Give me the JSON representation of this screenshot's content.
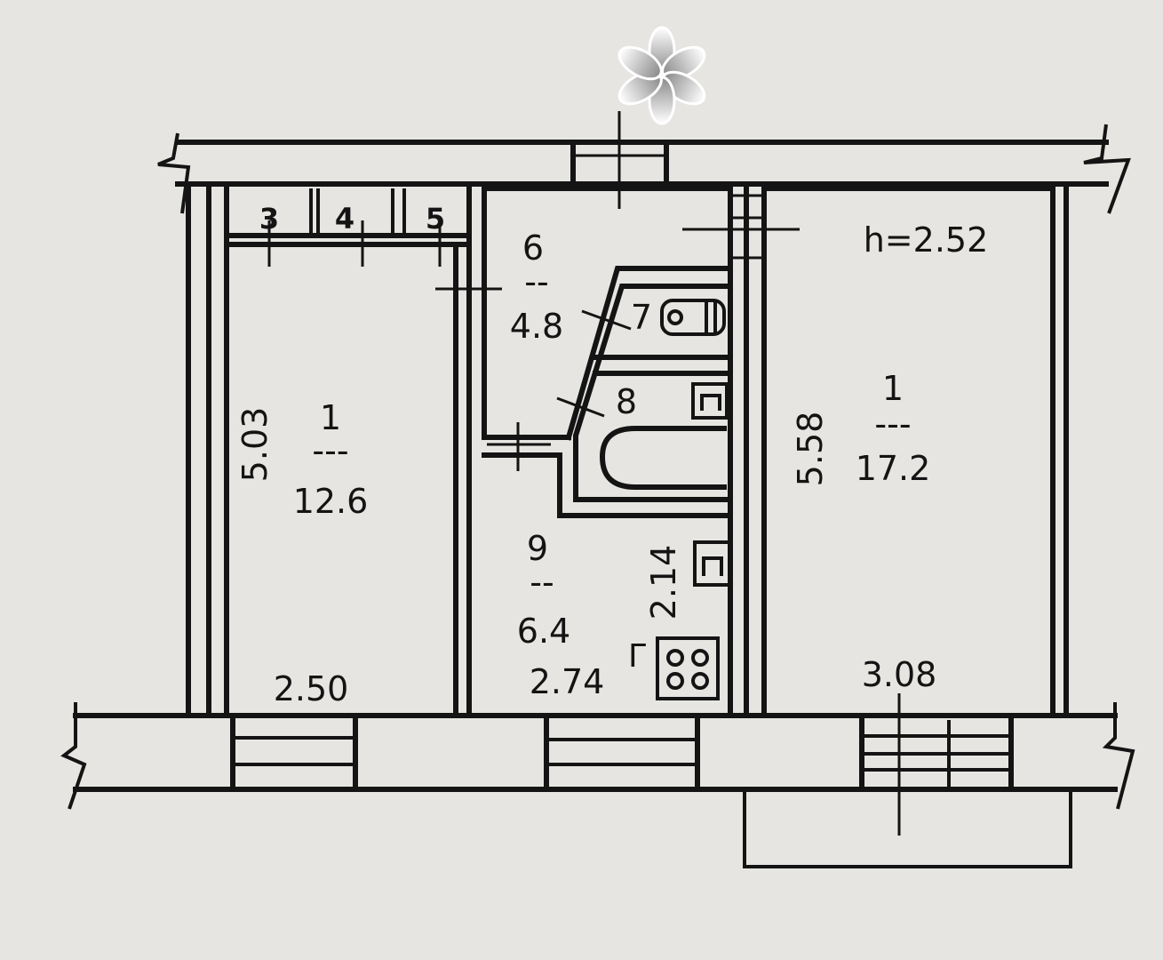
{
  "rooms": {
    "left_room": {
      "number": "1",
      "divider": "---",
      "area": "12.6",
      "width": "2.50",
      "length": "5.03"
    },
    "hall": {
      "number": "6",
      "divider": "--",
      "area": "4.8"
    },
    "toilet": {
      "number": "7"
    },
    "bathroom": {
      "number": "8"
    },
    "kitchen": {
      "number": "9",
      "divider": "--",
      "area": "6.4",
      "width": "2.74",
      "length": "2.14"
    },
    "right_room": {
      "number": "1",
      "divider": "---",
      "area": "17.2",
      "width": "3.08",
      "length": "5.58"
    }
  },
  "closets": [
    "3",
    "4",
    "5"
  ],
  "ceiling_height": "h=2.52",
  "watermark": "*",
  "stove_mark": "Г"
}
